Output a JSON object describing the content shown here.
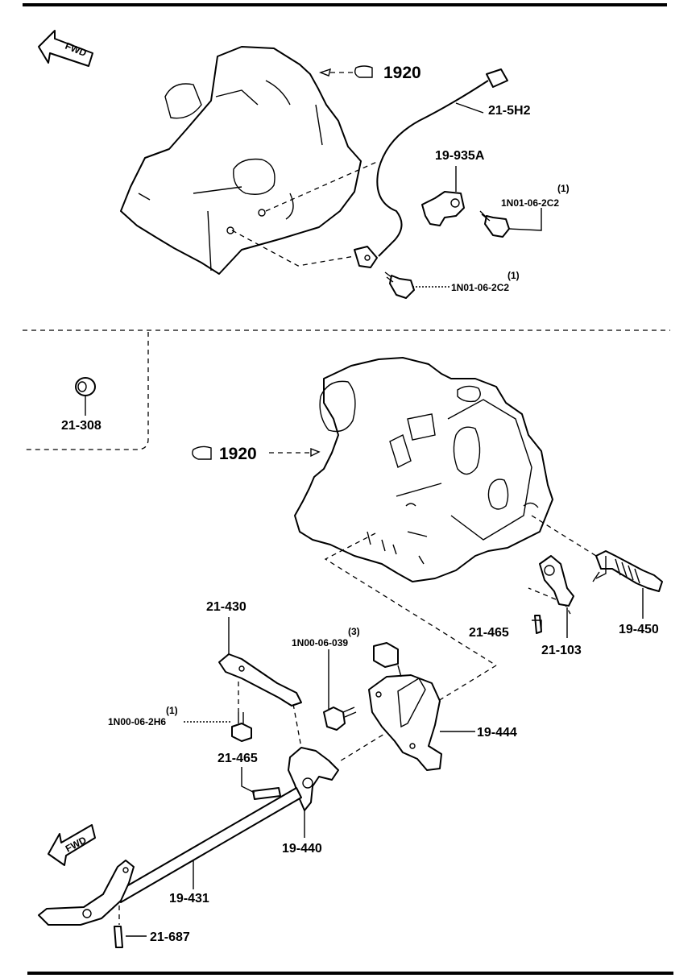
{
  "figure": {
    "ref_top": "1920",
    "ref_middle": "1920",
    "fwd_badge": "FWD",
    "parts": {
      "p21_5H2": "21-5H2",
      "p19_935A": "19-935A",
      "bolt_upper": "1N01-06-2C2",
      "bolt_upper_qty": "(1)",
      "bolt_lower": "1N01-06-2C2",
      "bolt_lower_qty": "(1)",
      "p21_308": "21-308",
      "p21_430": "21-430",
      "p1N00_06_039": "1N00-06-039",
      "p1N00_06_039_qty": "(3)",
      "p21_465_right": "21-465",
      "p21_103": "21-103",
      "p19_450": "19-450",
      "p1N00_06_2H6": "1N00-06-2H6",
      "p1N00_06_2H6_qty": "(1)",
      "p19_444": "19-444",
      "p21_465_left": "21-465",
      "p19_440": "19-440",
      "p19_431": "19-431",
      "p21_687": "21-687"
    }
  }
}
